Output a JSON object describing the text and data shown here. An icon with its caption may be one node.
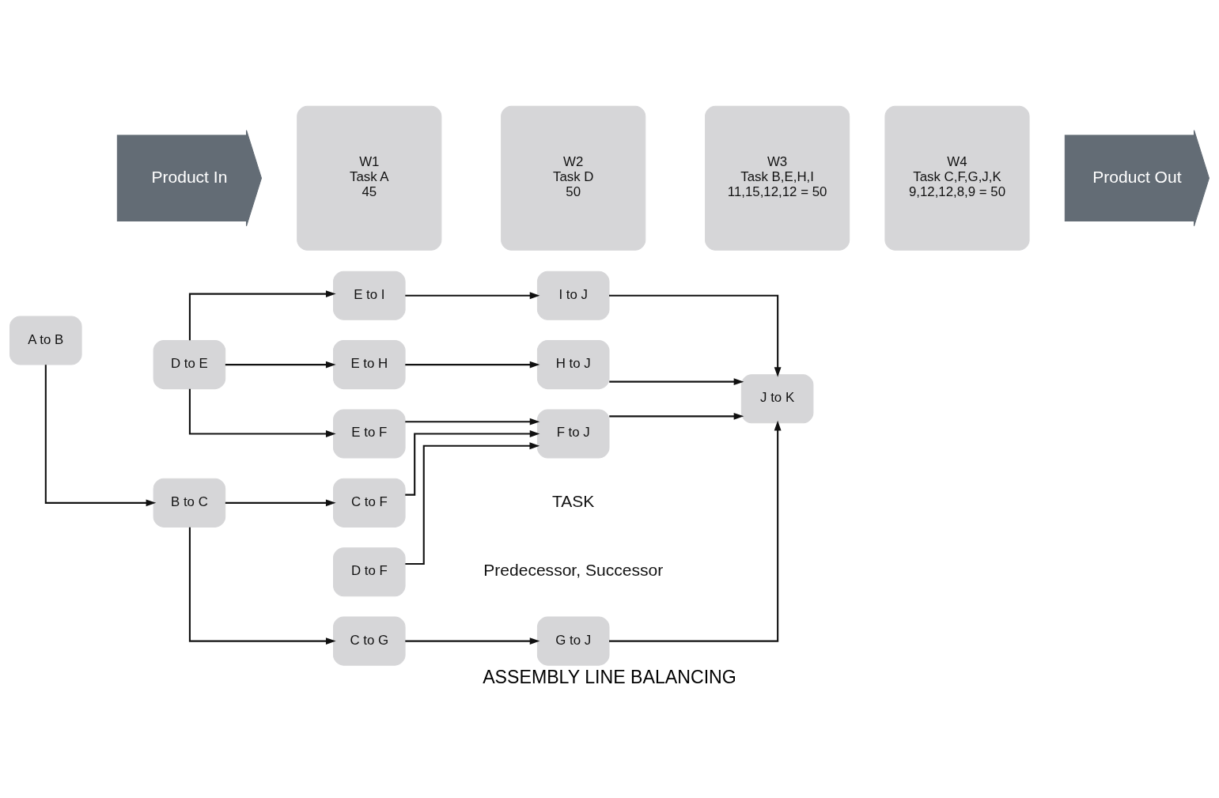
{
  "diagram": {
    "caption": "ASSEMBLY LINE BALANCING",
    "nodes": [
      {
        "text": [
          "A to B"
        ]
      },
      {
        "text": [
          "B to C"
        ]
      },
      {
        "text": [
          "C to F"
        ]
      },
      {
        "text": [
          "D to F"
        ]
      },
      {
        "text": [
          "D to E"
        ]
      },
      {
        "text": [
          "E to F"
        ]
      },
      {
        "text": [
          "E to H"
        ]
      },
      {
        "text": [
          "E to I"
        ]
      },
      {
        "text": [
          "F to J"
        ]
      },
      {
        "text": [
          "H to J"
        ]
      },
      {
        "text": [
          "I to J"
        ]
      },
      {
        "text": [
          "C to G"
        ]
      },
      {
        "text": [
          "G to J"
        ]
      },
      {
        "text": [
          "J to K"
        ]
      },
      {
        "text": [
          "Product In"
        ]
      },
      {
        "text": [
          "W1",
          "Task A",
          "45"
        ]
      },
      {
        "text": [
          "W2",
          "Task D",
          "50"
        ]
      },
      {
        "text": [
          "W3",
          "Task B,E,H,I",
          "11,15,12,12 = 50"
        ]
      },
      {
        "text": [
          "W4",
          "Task C,F,G,J,K",
          "9,12,12,8,9 = 50"
        ]
      },
      {
        "text": [
          "Product Out"
        ]
      }
    ],
    "edges": [
      {
        "from": 0,
        "to": 1,
        "arrow": "to"
      },
      {
        "from": 1,
        "to": 2,
        "arrow": "to"
      },
      {
        "from": 1,
        "to": 11,
        "arrow": "to"
      },
      {
        "from": 2,
        "to": 8,
        "arrow": "to"
      },
      {
        "from": 3,
        "to": 8,
        "arrow": "to"
      },
      {
        "from": 4,
        "to": 5,
        "arrow": "to"
      },
      {
        "from": 4,
        "to": 6,
        "arrow": "to"
      },
      {
        "from": 4,
        "to": 7,
        "arrow": "to"
      },
      {
        "from": 5,
        "to": 8,
        "arrow": "to"
      },
      {
        "from": 6,
        "to": 9,
        "arrow": "to"
      },
      {
        "from": 7,
        "to": 10,
        "arrow": "to"
      },
      {
        "from": 8,
        "to": 13,
        "arrow": "to"
      },
      {
        "from": 9,
        "to": 13,
        "arrow": "to"
      },
      {
        "from": 10,
        "to": 13,
        "arrow": "to"
      },
      {
        "from": 11,
        "to": 12,
        "arrow": "to"
      },
      {
        "from": 12,
        "to": 13,
        "arrow": "to"
      }
    ],
    "labels": [
      "TASK",
      "Predecessor, Successor"
    ]
  }
}
